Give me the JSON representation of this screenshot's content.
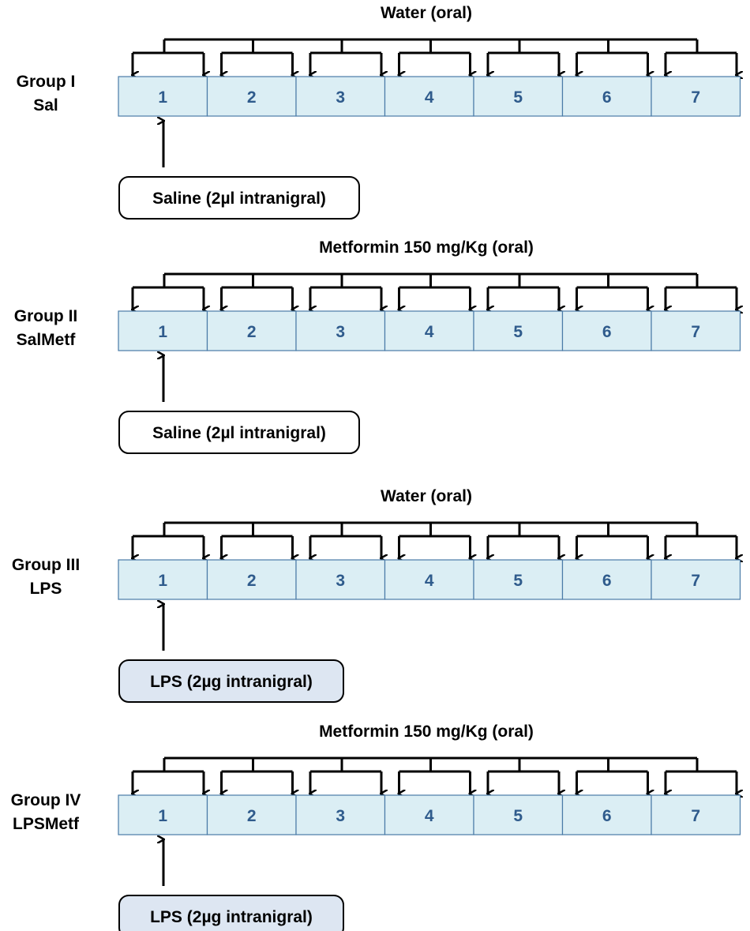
{
  "colors": {
    "cell_fill": "#dbeef4",
    "cell_stroke": "#4a7ba7",
    "day_text": "#2f5b8c",
    "saline_box_fill": "#ffffff",
    "lps_box_fill": "#dde6f2",
    "line": "#000000"
  },
  "days": [
    "1",
    "2",
    "3",
    "4",
    "5",
    "6",
    "7"
  ],
  "groups": [
    {
      "title": "Water (oral)",
      "label_line1": "Group I",
      "label_line2": "Sal",
      "injection": "Saline (2µl intranigral)",
      "injection_type": "saline"
    },
    {
      "title": "Metformin 150 mg/Kg (oral)",
      "label_line1": "Group II",
      "label_line2": "SalMetf",
      "injection": "Saline (2µl intranigral)",
      "injection_type": "saline"
    },
    {
      "title": "Water (oral)",
      "label_line1": "Group III",
      "label_line2": "LPS",
      "injection": "LPS (2µg intranigral)",
      "injection_type": "lps"
    },
    {
      "title": "Metformin 150 mg/Kg (oral)",
      "label_line1": "Group IV",
      "label_line2": "LPSMetf",
      "injection": "LPS (2µg intranigral)",
      "injection_type": "lps"
    }
  ]
}
